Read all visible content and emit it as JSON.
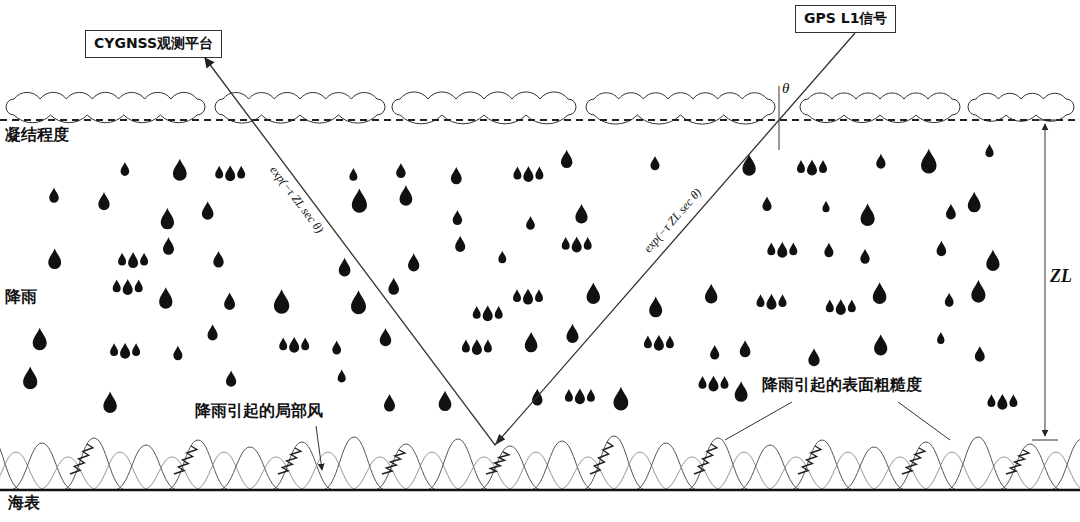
{
  "diagram": {
    "nodes": [
      {
        "text": [
          "CYGNSS观测平台"
        ]
      },
      {
        "text": [
          "GPS L1信号"
        ]
      }
    ],
    "edges": [
      {
        "from": 1,
        "to": 0,
        "arrow": "to"
      }
    ],
    "labels": [
      "θ",
      "凝结程度",
      "降雨",
      "ZL",
      "exp(−τ ZL sec θ)",
      "exp(−τ ZL sec θ)",
      "降雨引起的表面粗糙度",
      "降雨引起的局部风",
      "海表"
    ]
  }
}
